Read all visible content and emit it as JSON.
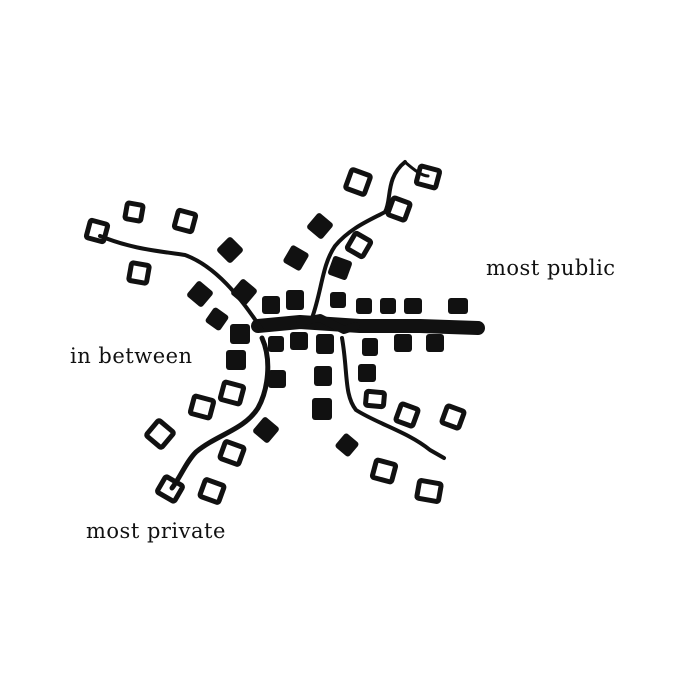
{
  "labels": {
    "most_public": "most public",
    "in_between": "in between",
    "most_private": "most private"
  },
  "colors": {
    "ink": "#111111",
    "background": "#ffffff"
  }
}
